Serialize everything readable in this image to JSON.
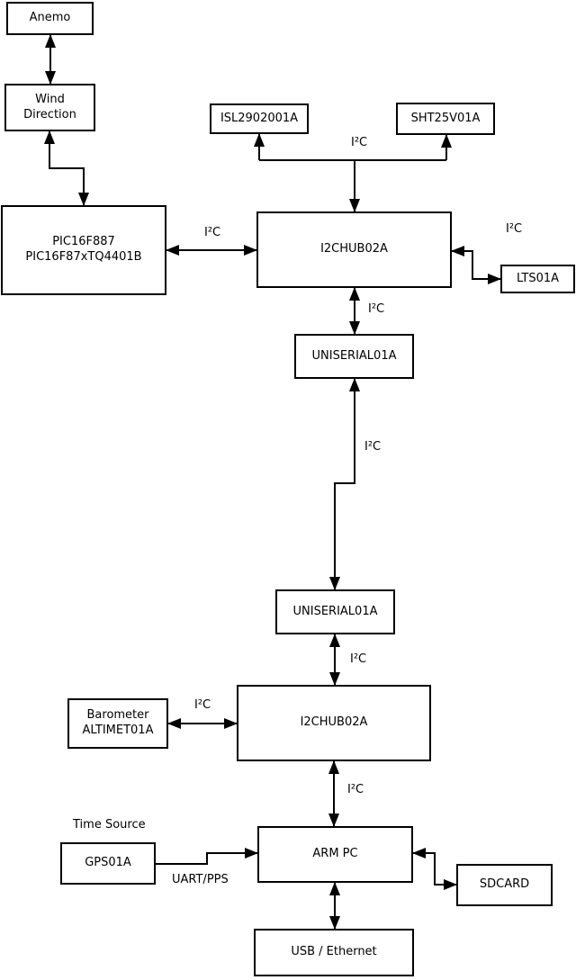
{
  "diagram": {
    "colors": {
      "background": "#ffffff",
      "line": "#000000",
      "text": "#000000"
    },
    "nodes": {
      "anemo": {
        "label": "Anemo"
      },
      "wind": {
        "line1": "Wind",
        "line2": "Direction"
      },
      "pic": {
        "line1": "PIC16F887",
        "line2": "PIC16F87xTQ4401B"
      },
      "isl": {
        "label": "ISL2902001A"
      },
      "sht": {
        "label": "SHT25V01A"
      },
      "hub1": {
        "label": "I2CHUB02A"
      },
      "lts": {
        "label": "LTS01A"
      },
      "uniserial1": {
        "label": "UNISERIAL01A"
      },
      "uniserial2": {
        "label": "UNISERIAL01A"
      },
      "barometer": {
        "line1": "Barometer",
        "line2": "ALTIMET01A"
      },
      "hub2": {
        "label": "I2CHUB02A"
      },
      "gps": {
        "label": "GPS01A"
      },
      "armpc": {
        "label": "ARM PC"
      },
      "sdcard": {
        "label": "SDCARD"
      },
      "usb": {
        "label": "USB / Ethernet"
      }
    },
    "edge_labels": {
      "i2c_top": "I²C",
      "i2c_pic_hub": "I²C",
      "i2c_hub_lts": "I²C",
      "i2c_hub1_uni1": "I²C",
      "i2c_mid": "I²C",
      "i2c_uni2_hub2": "I²C",
      "i2c_baro_hub2": "I²C",
      "i2c_hub2_armpc": "I²C",
      "time_source": "Time Source",
      "uart_pps": "UART/PPS"
    }
  }
}
